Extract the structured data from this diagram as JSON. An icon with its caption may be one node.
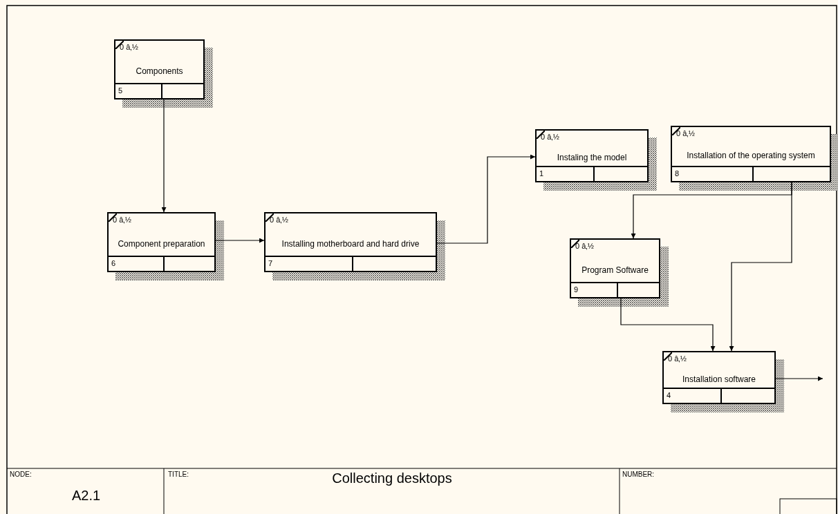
{
  "diagram": {
    "title": "Collecting desktops",
    "nodes": [
      {
        "text": [
          "0 â‚½",
          "Components",
          "5"
        ]
      },
      {
        "text": [
          "0 â‚½",
          "Component preparation",
          "6"
        ]
      },
      {
        "text": [
          "0 â‚½",
          "Installing motherboard and hard drive",
          "7"
        ]
      },
      {
        "text": [
          "0 â‚½",
          "Instaling the model",
          "1"
        ]
      },
      {
        "text": [
          "0 â‚½",
          "Installation of the operating system",
          "8"
        ]
      },
      {
        "text": [
          "0 â‚½",
          "Program Software",
          "9"
        ]
      },
      {
        "text": [
          "0 â‚½",
          "Installation software",
          "4"
        ]
      }
    ],
    "edges": [
      {
        "from": 0,
        "to": 1,
        "arrow": "to"
      },
      {
        "from": 1,
        "to": 2,
        "arrow": "to"
      },
      {
        "from": 2,
        "to": 3,
        "arrow": "to"
      },
      {
        "from": 4,
        "to": 5,
        "arrow": "to"
      },
      {
        "from": 4,
        "to": 6,
        "arrow": "to"
      },
      {
        "from": 5,
        "to": 6,
        "arrow": "to"
      },
      {
        "from": 6,
        "to": null,
        "arrow": "to"
      }
    ],
    "labels": [
      "NODE:",
      "A2.1",
      "TITLE:",
      "NUMBER:"
    ]
  }
}
